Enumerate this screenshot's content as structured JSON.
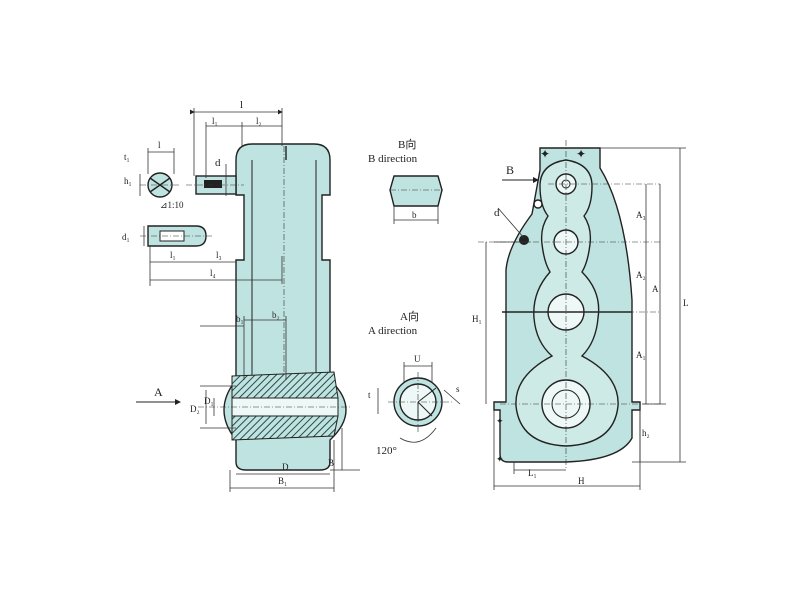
{
  "colors": {
    "fill": "#bfe3e0",
    "line": "#222222",
    "hatch": "#2a4a48"
  },
  "side_view": {
    "dims": {
      "l_top": "l",
      "l1": "l₁",
      "l2": "l₂",
      "t1": "t₁",
      "l_key": "l",
      "h1": "h₁",
      "d_in": "d",
      "taper": "⊿1:10",
      "d1": "d₁",
      "l1b": "l₁",
      "l3": "l₃",
      "l4": "l₄",
      "b1": "b₁",
      "b2": "b₂",
      "D2": "D₂",
      "D1": "D₁",
      "D": "D",
      "B": "B",
      "B1": "B₁"
    },
    "arrow_A": "A"
  },
  "b_view": {
    "title_cn": "B向",
    "title_en": "B direction",
    "dim_b": "b"
  },
  "a_view": {
    "title_cn": "A向",
    "title_en": "A direction",
    "dim_U": "U",
    "dim_t": "t",
    "dim_s": "s",
    "angle": "120°"
  },
  "front_view": {
    "arrow_B": "B",
    "d": "d",
    "dims": {
      "A3": "A₃",
      "A2": "A₂",
      "A1": "A₁",
      "A": "A",
      "L": "L",
      "H1": "H₁",
      "h2": "h₂",
      "L1": "L₁",
      "H": "H"
    }
  }
}
